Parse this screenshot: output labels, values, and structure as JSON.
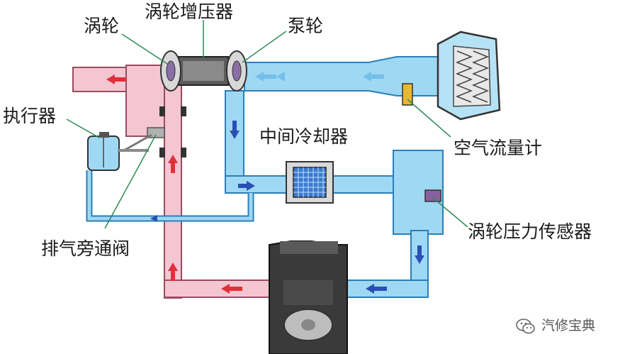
{
  "labels": {
    "turbine": "涡轮",
    "turbocharger": "涡轮增压器",
    "compressor": "泵轮",
    "actuator": "执行器",
    "intercooler": "中间冷却器",
    "airflow_meter": "空气流量计",
    "wastegate": "排气旁通阀",
    "boost_sensor": "涡轮压力传感器"
  },
  "watermark": {
    "text": "汽修宝典",
    "icon": "wechat-icon"
  },
  "colors": {
    "exhaust_fill": "#f4c6d2",
    "exhaust_stroke": "#9a4b63",
    "intake_fill": "#9fd8f3",
    "intake_stroke": "#2a7fb8",
    "exhaust_arrow": "#e0303a",
    "intake_arrow": "#2a4fb5",
    "engine": "#3a3a3a"
  }
}
